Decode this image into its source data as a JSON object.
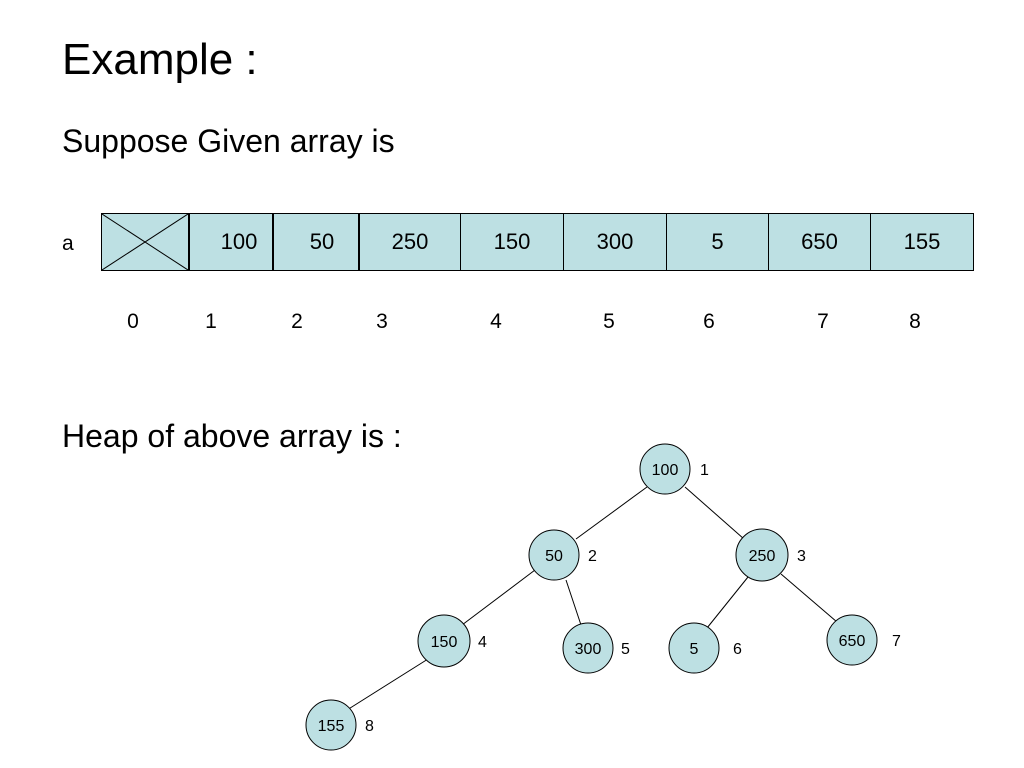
{
  "title": "Example :",
  "subtitle": "Suppose Given array is",
  "array": {
    "name": "a",
    "values": [
      "",
      "100",
      "50",
      "250",
      "150",
      "300",
      "5",
      "650",
      "155"
    ],
    "indices": [
      "0",
      "1",
      "2",
      "3",
      "4",
      "5",
      "6",
      "7",
      "8"
    ]
  },
  "heap_heading": "Heap of above array is :",
  "heap": {
    "nodes": [
      {
        "value": "100",
        "pos": "1"
      },
      {
        "value": "50",
        "pos": "2"
      },
      {
        "value": "250",
        "pos": "3"
      },
      {
        "value": "150",
        "pos": "4"
      },
      {
        "value": "300",
        "pos": "5"
      },
      {
        "value": "5",
        "pos": "6"
      },
      {
        "value": "650",
        "pos": "7"
      },
      {
        "value": "155",
        "pos": "8"
      }
    ],
    "edges": [
      [
        "1",
        "2"
      ],
      [
        "1",
        "3"
      ],
      [
        "2",
        "4"
      ],
      [
        "2",
        "5"
      ],
      [
        "3",
        "6"
      ],
      [
        "3",
        "7"
      ],
      [
        "4",
        "8"
      ]
    ]
  },
  "colors": {
    "cell_fill": "#bde0e3",
    "node_fill": "#bde0e3",
    "stroke": "#000000"
  }
}
